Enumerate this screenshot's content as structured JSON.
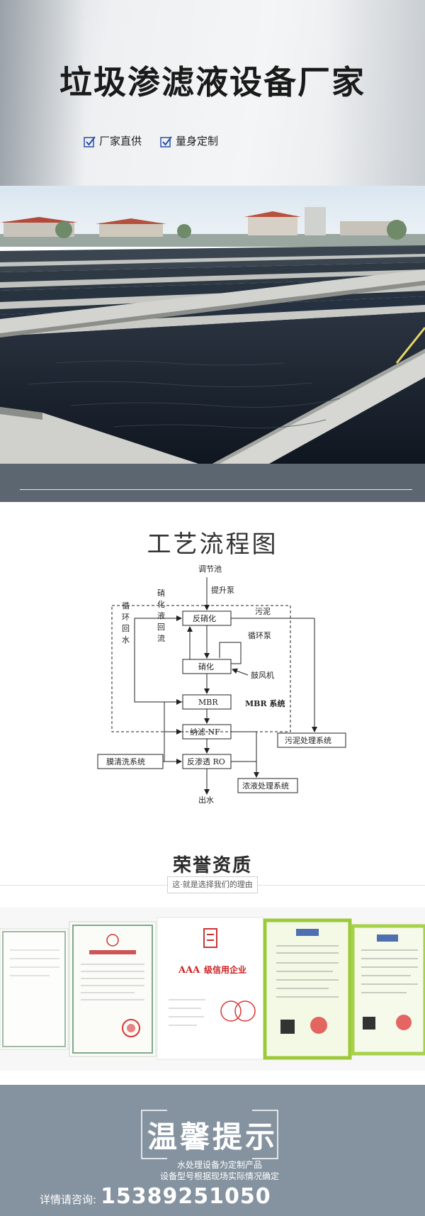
{
  "hero": {
    "title": "垃圾渗滤液设备厂家",
    "tags": [
      "厂家直供",
      "量身定制"
    ]
  },
  "process": {
    "title": "工艺流程图",
    "nodes": {
      "tiaojiechi": "调节池",
      "tishengbeng": "提升泵",
      "fanxiaohua": "反硝化",
      "wuni": "污泥",
      "xiaohua_ye_huiliu": [
        "硝",
        "化",
        "液",
        "回",
        "流"
      ],
      "xunhuan_huishui": [
        "循",
        "环",
        "回",
        "水"
      ],
      "xunhuanbeng": "循环泵",
      "xiaohua": "硝化",
      "gufengji": "鼓风机",
      "mbr": "MBR",
      "mbr_system": "MBR 系统",
      "nalv": "纳滤 NF",
      "wuni_chuli": "污泥处理系统",
      "moqingxi": "膜清洗系统",
      "fanshentou": "反渗透 RO",
      "chushui": "出水",
      "nongye_chuli": "浓液处理系统"
    }
  },
  "honor": {
    "title": "荣誉资质",
    "subtitle": "这·就是选择我们的理由",
    "cert_aaa": "AAA",
    "cert_aaa_text": "级信用企业"
  },
  "footer": {
    "title": "温馨提示",
    "line1": "水处理设备为定制产品",
    "line2": "设备型号根据现场实际情况确定",
    "contact_label": "详情请咨询:",
    "phone": "15389251050"
  },
  "colors": {
    "slate": "#5c6670",
    "footer_bg": "#8593a0",
    "check_blue": "#2a4fa8"
  }
}
